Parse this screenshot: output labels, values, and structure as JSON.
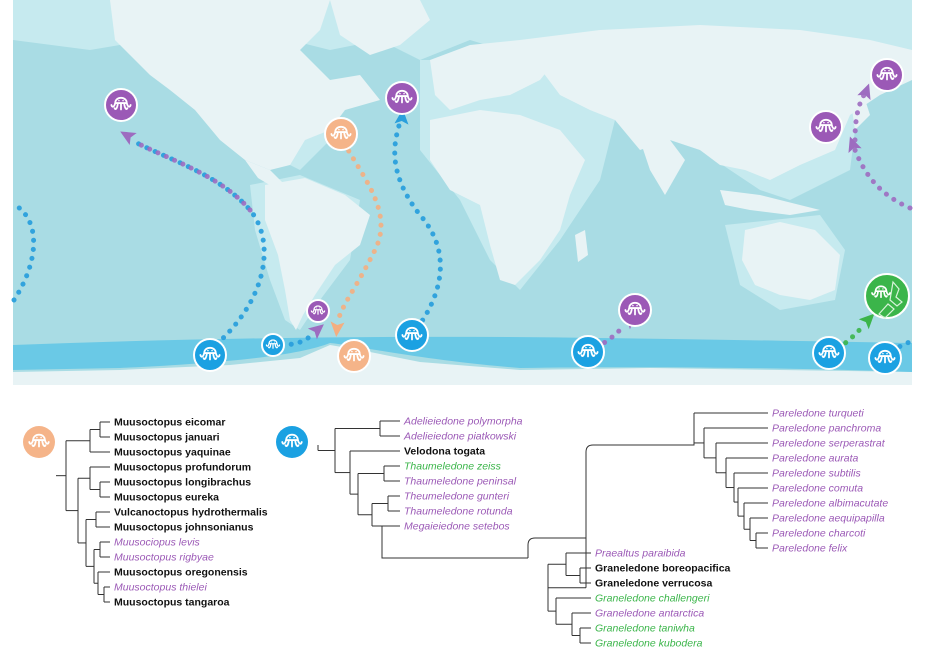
{
  "colors": {
    "ocean": "#a9dce4",
    "shelf": "#c9ecf0",
    "land": "#e9f4f6",
    "southern_band": "#5fc6e6",
    "blue": "#1ba1e2",
    "purple": "#9b59b6",
    "orange": "#f5b489",
    "green": "#3bb54a",
    "black": "#111111",
    "tree_line": "#333333"
  },
  "icons": {
    "octopus": "octopus-icon",
    "new_zealand": "new-zealand-outline-icon"
  },
  "clade_markers": [
    {
      "id": "muusoctopus",
      "color": "orange",
      "icon": "octopus-icon"
    },
    {
      "id": "antarctic",
      "color": "blue",
      "icon": "octopus-icon"
    }
  ],
  "trees": {
    "muusoctopus": {
      "tips": [
        {
          "name": "Muusoctopus eicomar",
          "color": "black"
        },
        {
          "name": "Muusoctopus januari",
          "color": "black"
        },
        {
          "name": "Muusoctopus yaquinae",
          "color": "black"
        },
        {
          "name": "Muusoctopus profundorum",
          "color": "black"
        },
        {
          "name": "Muusoctopus longibrachus",
          "color": "black"
        },
        {
          "name": "Muusoctopus eureka",
          "color": "black"
        },
        {
          "name": "Vulcanoctopus hydrothermalis",
          "color": "black"
        },
        {
          "name": "Muusoctopus johnsonianus",
          "color": "black"
        },
        {
          "name": "Muusociopus levis",
          "color": "purple"
        },
        {
          "name": "Muusoctopus rigbyae",
          "color": "purple"
        },
        {
          "name": "Muusoctopus oregonensis",
          "color": "black"
        },
        {
          "name": "Muusoctopus thielei",
          "color": "purple"
        },
        {
          "name": "Muusoctopus tangaroa",
          "color": "black"
        }
      ]
    },
    "antarctic": {
      "tips": [
        {
          "name": "Adelieiedone polymorpha",
          "color": "purple"
        },
        {
          "name": "Adelieiedone piatkowski",
          "color": "purple"
        },
        {
          "name": "Velodona togata",
          "color": "black"
        },
        {
          "name": "Thaumeledone zeiss",
          "color": "green"
        },
        {
          "name": "Thaumeledone peninsal",
          "color": "purple"
        },
        {
          "name": "Theumeledone gunteri",
          "color": "purple"
        },
        {
          "name": "Thaumeledone rotunda",
          "color": "purple"
        },
        {
          "name": "Megaieiedone setebos",
          "color": "purple"
        }
      ]
    },
    "pareledone": {
      "tips": [
        {
          "name": "Pareledone turqueti",
          "color": "purple"
        },
        {
          "name": "Pareledone panchroma",
          "color": "purple"
        },
        {
          "name": "Pareledone serperastrat",
          "color": "purple"
        },
        {
          "name": "Pareledone aurata",
          "color": "purple"
        },
        {
          "name": "Pareledone subtilis",
          "color": "purple"
        },
        {
          "name": "Pareledone comuta",
          "color": "purple"
        },
        {
          "name": "Pareledone albimacutate",
          "color": "purple"
        },
        {
          "name": "Pareledone aequipapilla",
          "color": "purple"
        },
        {
          "name": "Pareledone charcoti",
          "color": "purple"
        },
        {
          "name": "Pareledone felix",
          "color": "purple"
        }
      ]
    },
    "graneledone": {
      "tips": [
        {
          "name": "Praealtus paraibida",
          "color": "purple"
        },
        {
          "name": "Graneledone boreopacifica",
          "color": "black"
        },
        {
          "name": "Graneledone verrucosa",
          "color": "black"
        },
        {
          "name": "Graneledone challengeri",
          "color": "green"
        },
        {
          "name": "Graneledone antarctica",
          "color": "purple"
        },
        {
          "name": "Graneledone taniwha",
          "color": "green"
        },
        {
          "name": "Graneledone kubodera",
          "color": "green"
        }
      ]
    }
  }
}
